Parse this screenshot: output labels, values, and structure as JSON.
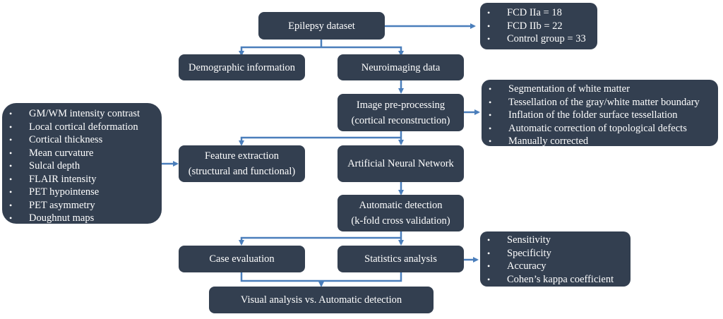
{
  "colors": {
    "box_fill": "#333f50",
    "box_text": "#ffffff",
    "arrow": "#4a7ebb"
  },
  "nodes": {
    "dataset": "Epilepsy dataset",
    "demographic": "Demographic information",
    "neuroimaging": "Neuroimaging data",
    "preprocessing": {
      "line1": "Image pre-processing",
      "line2": "(cortical reconstruction)"
    },
    "feature_extraction": {
      "line1": "Feature extraction",
      "line2": "(structural and functional)"
    },
    "ann": "Artificial Neural Network",
    "automatic_detection": {
      "line1": "Automatic detection",
      "line2": "(k-fold cross validation)"
    },
    "case_evaluation": "Case evaluation",
    "statistics": "Statistics analysis",
    "visual_vs_auto": "Visual analysis vs. Automatic detection"
  },
  "lists": {
    "dataset_groups": [
      "FCD IIa = 18",
      "FCD IIb = 22",
      "Control group = 33"
    ],
    "preprocessing_steps": [
      "Segmentation of white matter",
      "Tessellation of the gray/white matter boundary",
      "Inflation of the folder surface tessellation",
      "Automatic correction of topological defects",
      "Manually corrected"
    ],
    "features": [
      "GM/WM intensity contrast",
      "Local cortical deformation",
      "Cortical thickness",
      "Mean curvature",
      "Sulcal depth",
      "FLAIR intensity",
      "PET hypointense",
      "PET asymmetry",
      "Doughnut maps"
    ],
    "metrics": [
      "Sensitivity",
      "Specificity",
      "Accuracy",
      "Cohen’s kappa coefficient"
    ]
  }
}
